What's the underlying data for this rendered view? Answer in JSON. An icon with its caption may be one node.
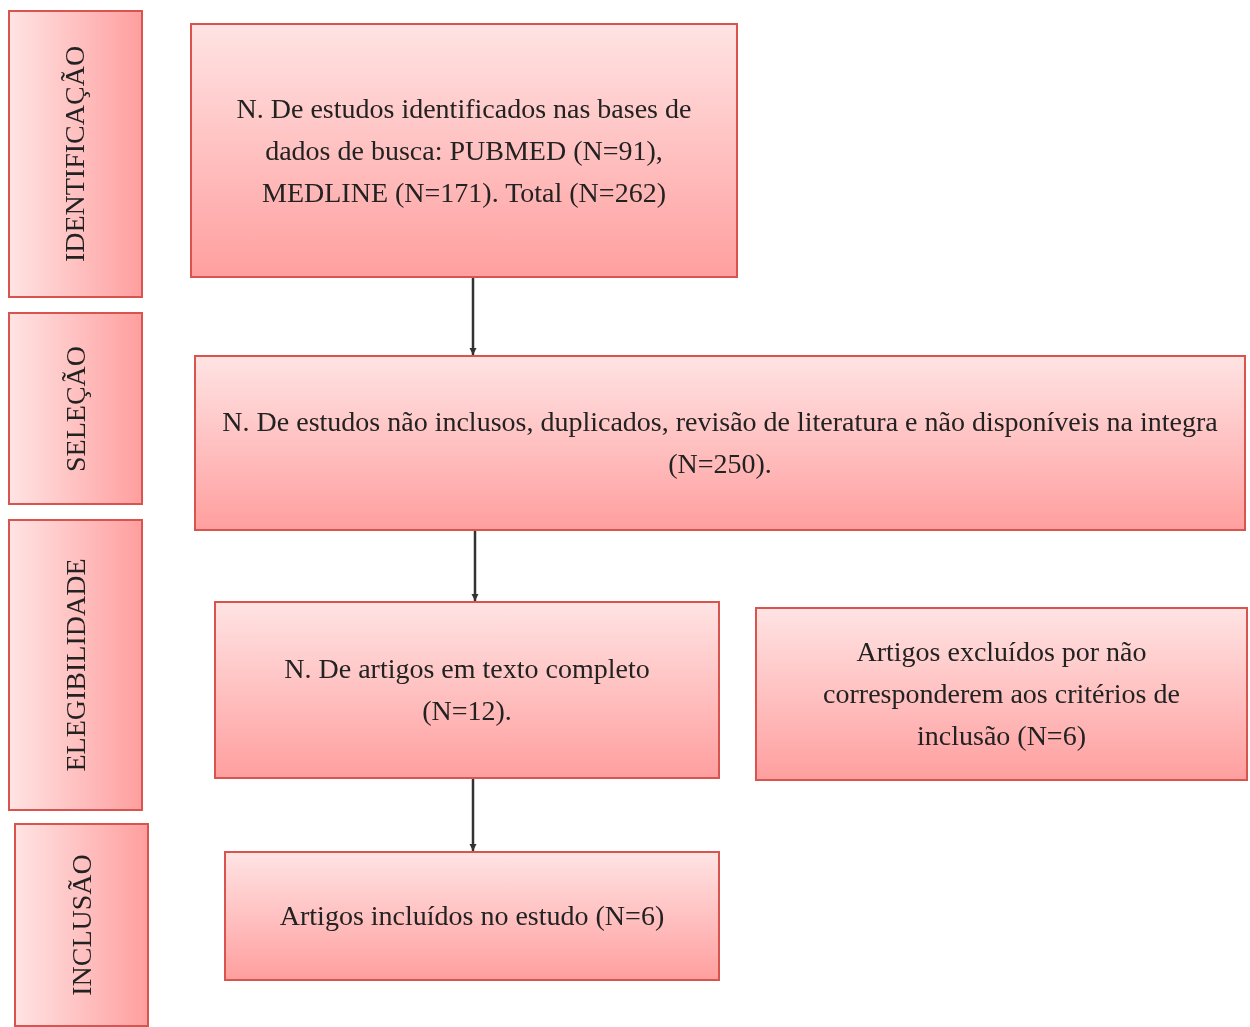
{
  "diagram": {
    "nodes": [
      {
        "text": [
          "IDENTIFICAÇÃO"
        ]
      },
      {
        "text": [
          "SELEÇÃO"
        ]
      },
      {
        "text": [
          "ELEGIBILIDADE"
        ]
      },
      {
        "text": [
          "INCLUSÃO"
        ]
      },
      {
        "text": [
          "N. De estudos identificados nas bases de dados de busca: PUBMED (N=91), MEDLINE (N=171). Total (N=262)"
        ]
      },
      {
        "text": [
          "N. De estudos não inclusos, duplicados, revisão de literatura e não disponíveis na integra (N=250)."
        ]
      },
      {
        "text": [
          "N. De artigos em texto completo (N=12)."
        ]
      },
      {
        "text": [
          "Artigos excluídos por não corresponderem aos critérios de inclusão (N=6)"
        ]
      },
      {
        "text": [
          "Artigos incluídos no estudo (N=6)"
        ]
      }
    ],
    "edges": [
      {
        "from": 4,
        "to": 5,
        "arrow": "to"
      },
      {
        "from": 5,
        "to": 6,
        "arrow": "to"
      },
      {
        "from": 6,
        "to": 8,
        "arrow": "to"
      }
    ]
  }
}
